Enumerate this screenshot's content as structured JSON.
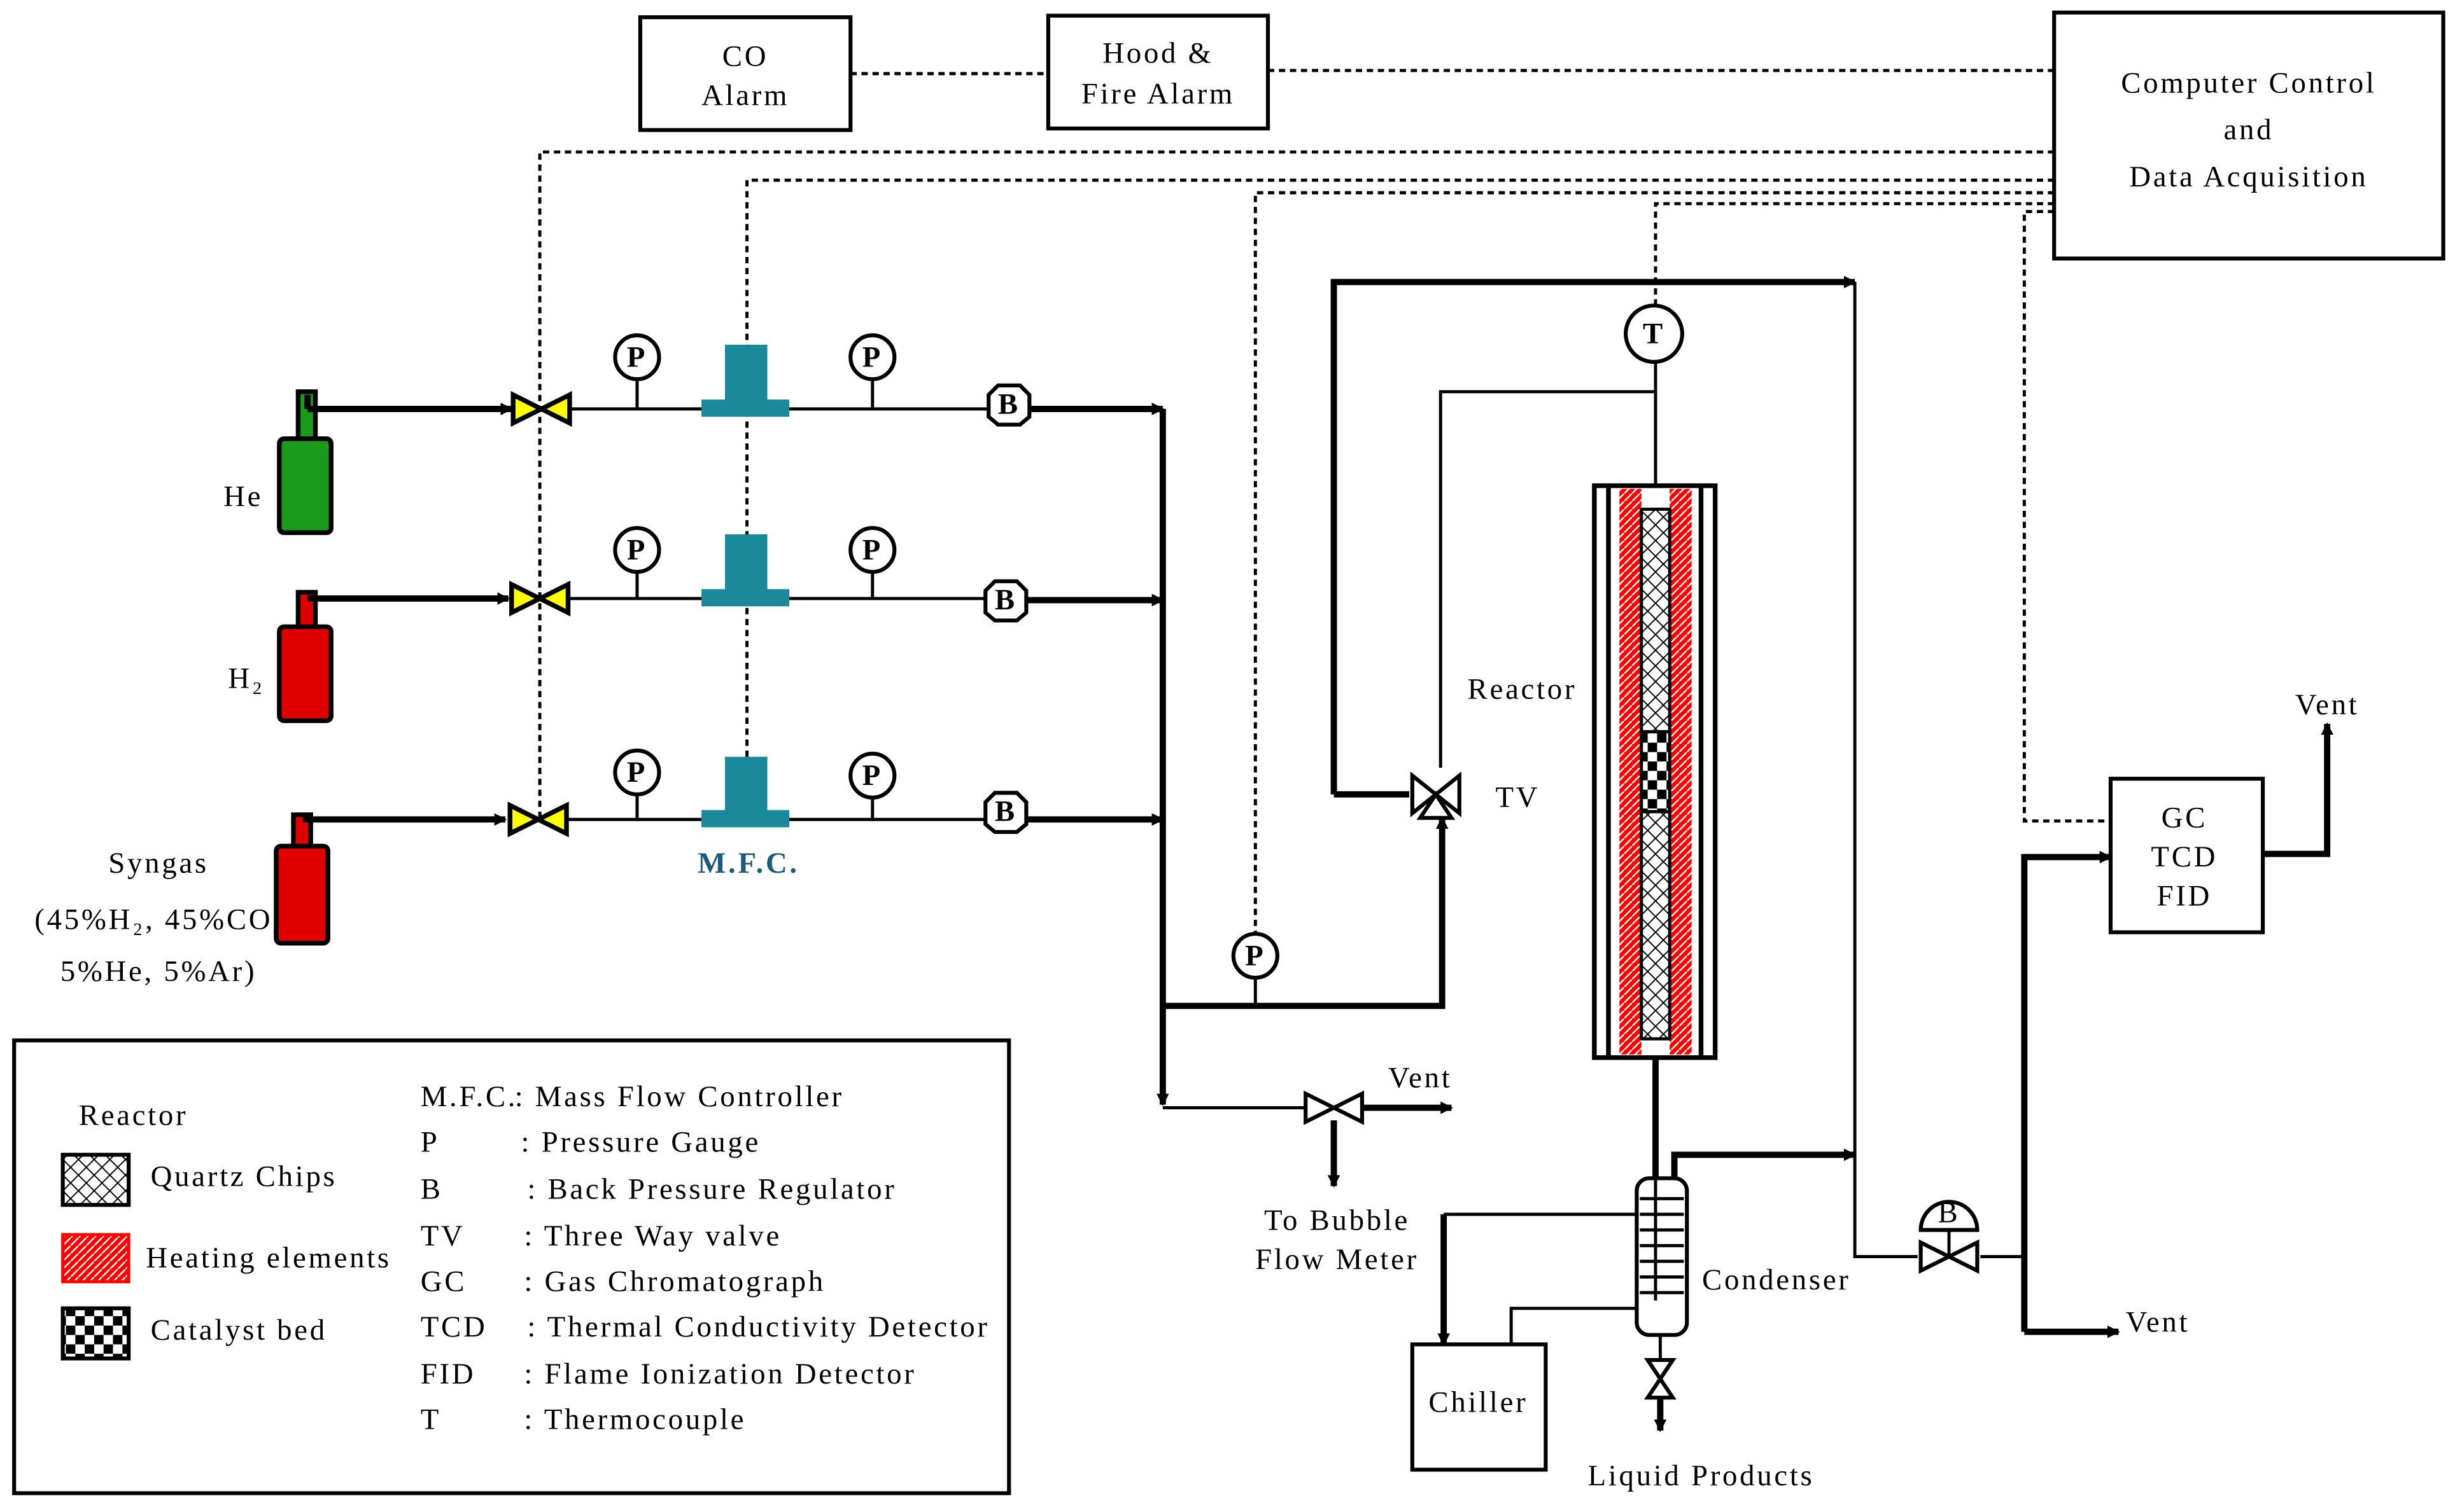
{
  "boxes": {
    "co_alarm": [
      "CO",
      "Alarm"
    ],
    "hood_alarm": [
      "Hood &",
      "Fire Alarm"
    ],
    "computer": [
      "Computer Control",
      "and",
      "Data Acquisition"
    ],
    "gc": [
      "GC",
      "TCD",
      "FID"
    ],
    "chiller": "Chiller"
  },
  "gases": {
    "he": "He",
    "h2": "H₂",
    "syngas": [
      "Syngas",
      "(45%H₂, 45%CO,",
      "5%He, 5%Ar)"
    ]
  },
  "symbols": {
    "pressure": "P",
    "back_pressure": "B",
    "thermocouple": "T"
  },
  "labels": {
    "mfc": "M.F.C.",
    "reactor": "Reactor",
    "tv": "TV",
    "vent": "Vent",
    "bubble": [
      "To Bubble",
      "Flow Meter"
    ],
    "condenser": "Condenser",
    "liquid": "Liquid Products"
  },
  "legend": {
    "title": "Reactor",
    "items": [
      "Quartz Chips",
      "Heating elements",
      "Catalyst bed"
    ],
    "abbreviations": [
      {
        "abbr": "M.F.C.",
        "def": ": Mass Flow Controller"
      },
      {
        "abbr": "P",
        "def": ": Pressure Gauge"
      },
      {
        "abbr": "B",
        "def": ": Back Pressure Regulator"
      },
      {
        "abbr": "TV",
        "def": ": Three Way valve"
      },
      {
        "abbr": "GC",
        "def": ": Gas Chromatograph"
      },
      {
        "abbr": "TCD",
        "def": ": Thermal Conductivity Detector"
      },
      {
        "abbr": "FID",
        "def": ": Flame Ionization Detector"
      },
      {
        "abbr": "T",
        "def": ": Thermocouple"
      }
    ]
  },
  "colors": {
    "he_cylinder": "#1a9a1a",
    "h2_cylinder": "#e00000",
    "valve": "#ffff00",
    "mfc": "#1a8a9a",
    "heating": "#ff0000",
    "mfc_label": "#1a5c7a"
  }
}
